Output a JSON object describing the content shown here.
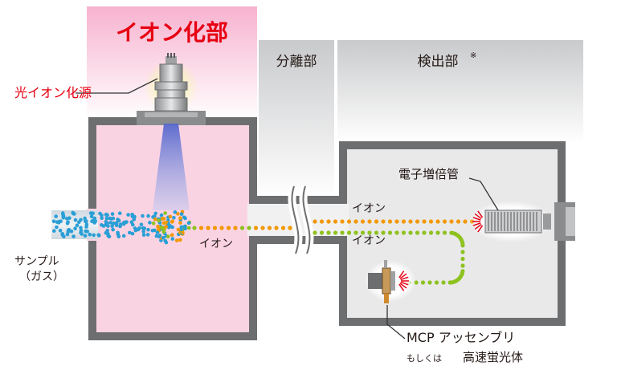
{
  "sections": {
    "ionization": "イオン化部",
    "separation": "分離部",
    "detection": "検出部",
    "detection_mark": "※"
  },
  "labels": {
    "light_source": "光イオン化源",
    "sample_line1": "サンプル",
    "sample_line2": "（ガス）",
    "ion_left": "イオン",
    "ion_upper": "イオン",
    "ion_lower": "イオン",
    "electron_multiplier": "電子増倍管",
    "mcp_line1": "MCP アッセンブリ",
    "mcp_line2_prefix": "もしくは",
    "mcp_line2_main": "高速蛍光体"
  },
  "colors": {
    "ionization_bg": "#f8c9dc",
    "ionization_title": "#e60012",
    "chamber_fill": "#fad3e3",
    "wall": "#6d6e70",
    "panel_gray": "#d6d7d9",
    "ion_orange": "#f39800",
    "ion_green": "#8dc21f",
    "gas_blue": "#2a9fd6",
    "beam": "#6c7fd8"
  }
}
